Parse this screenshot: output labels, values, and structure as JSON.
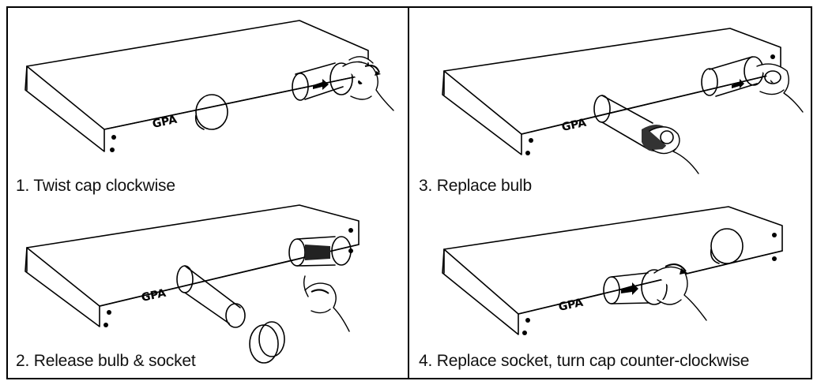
{
  "steps": [
    {
      "number": "1.",
      "text": "Twist cap clockwise",
      "logo": "GPA"
    },
    {
      "number": "2.",
      "text": "Release bulb & socket",
      "logo": "GPA"
    },
    {
      "number": "3.",
      "text": "Replace bulb",
      "logo": "GPA"
    },
    {
      "number": "4.",
      "text": "Replace socket, turn cap counter-clockwise",
      "logo": "GPA"
    }
  ]
}
